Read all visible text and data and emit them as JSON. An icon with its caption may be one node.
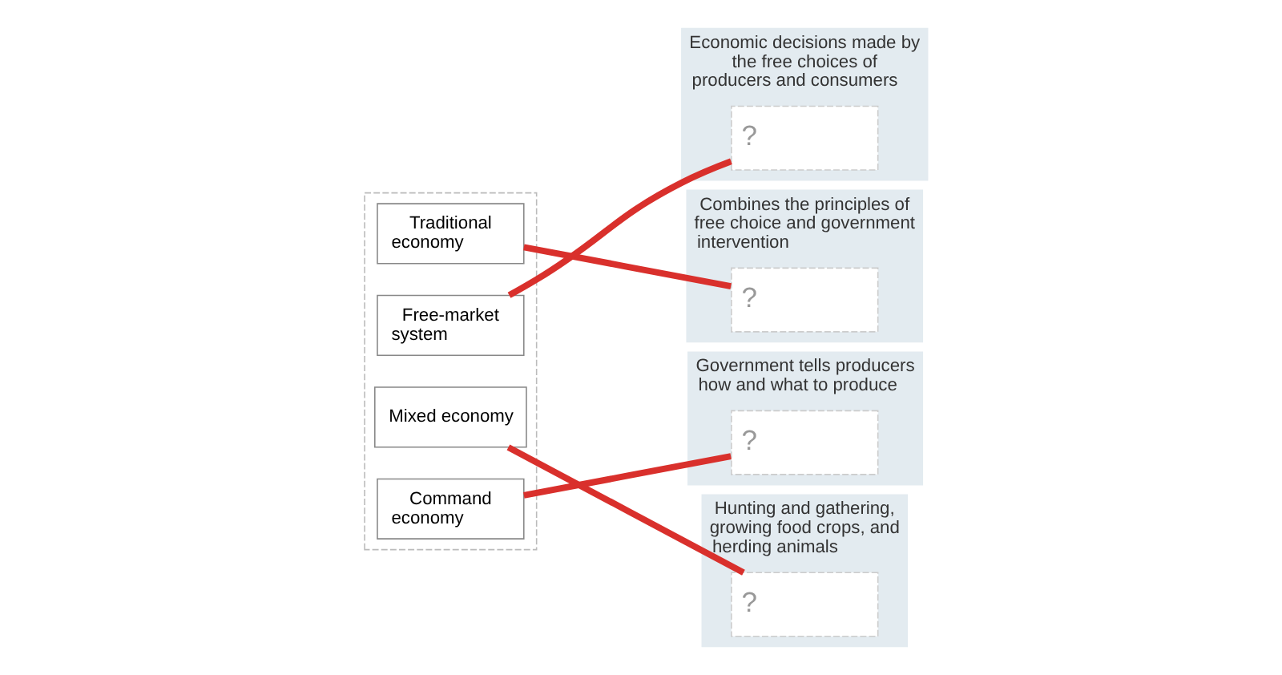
{
  "diagram": {
    "nodes": [
      {
        "text": [],
        "shape": "box"
      },
      {
        "text": [
          "Traditional economy"
        ],
        "in": 0
      },
      {
        "text": [
          "Mixed economy"
        ],
        "in": 0
      },
      {
        "text": [
          "Command economy"
        ],
        "in": 0
      },
      {
        "text": [
          "Free-market system"
        ],
        "in": 0
      },
      {
        "text": [
          "Economic decisions made by the free choices of producers and consumers"
        ]
      },
      {
        "text": [
          "?"
        ],
        "in": 5
      },
      {
        "text": [
          "Government tells producers how and what to produce"
        ]
      },
      {
        "text": [
          "?"
        ],
        "in": 7
      },
      {
        "text": [
          "Hunting and gathering, growing food crops, and herding animals"
        ]
      },
      {
        "text": [
          "?"
        ],
        "in": 9
      },
      {
        "text": [
          "Combines the principles of free choice and government intervention"
        ]
      },
      {
        "text": [
          "?"
        ],
        "in": 11
      }
    ],
    "edges": [
      {
        "from": 1,
        "to": 12,
        "arrow": "none"
      },
      {
        "from": 2,
        "to": 10,
        "arrow": "none"
      },
      {
        "from": 3,
        "to": 8,
        "arrow": "none"
      },
      {
        "from": 4,
        "to": 6,
        "arrow": "none"
      }
    ]
  }
}
